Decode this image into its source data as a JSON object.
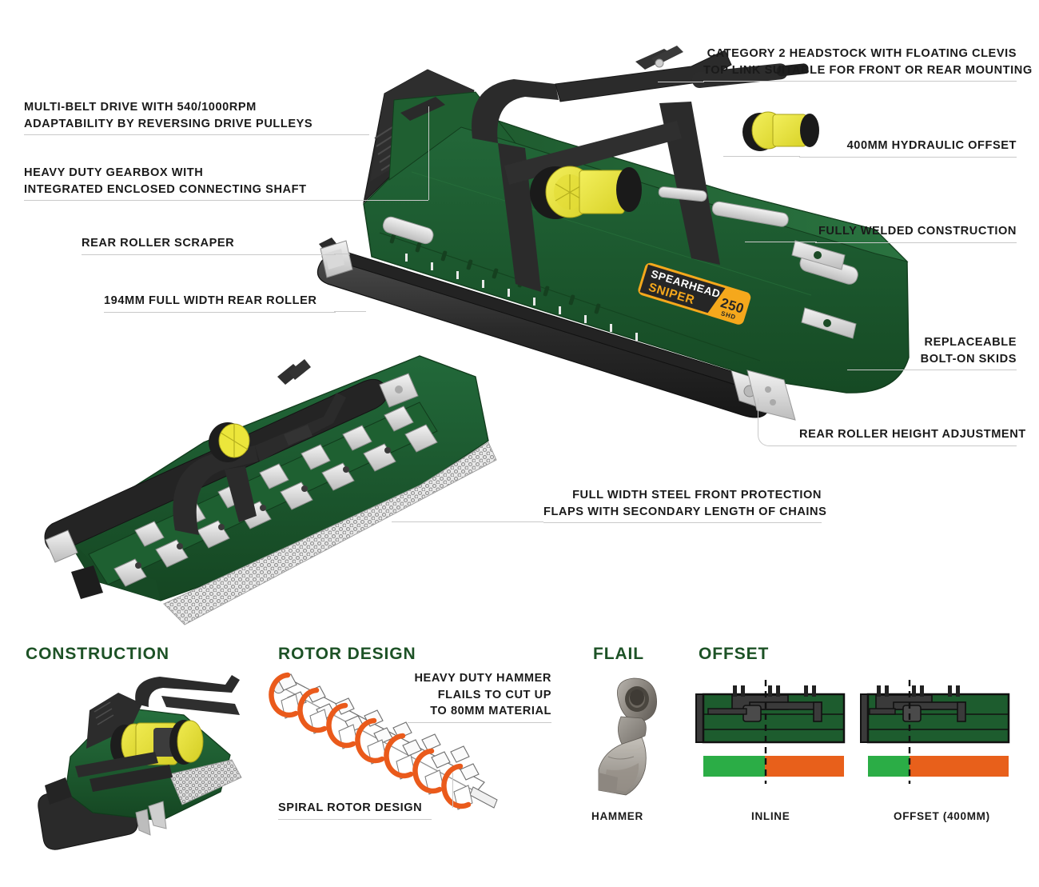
{
  "product": {
    "brand": "SPEARHEAD",
    "model": "SNIPER",
    "size_code": "250",
    "variant_code": "SHD"
  },
  "callouts": {
    "top_right": {
      "line1": "CATEGORY 2 HEADSTOCK WITH FLOATING CLEVIS",
      "line2": "TOP LINK SUITABLE FOR FRONT OR REAR MOUNTING"
    },
    "hydraulic_offset": "400MM HYDRAULIC OFFSET",
    "fully_welded": "FULLY WELDED CONSTRUCTION",
    "replaceable_skids": {
      "line1": "REPLACEABLE",
      "line2": "BOLT-ON SKIDS"
    },
    "roller_height": "REAR ROLLER HEIGHT ADJUSTMENT",
    "multi_belt": {
      "line1": "MULTI-BELT DRIVE WITH 540/1000RPM",
      "line2": "ADAPTABILITY BY REVERSING DRIVE PULLEYS"
    },
    "gearbox": {
      "line1": "HEAVY DUTY GEARBOX WITH",
      "line2": "INTEGRATED ENCLOSED CONNECTING SHAFT"
    },
    "roller_scraper": "REAR ROLLER SCRAPER",
    "rear_roller": "194MM FULL WIDTH REAR ROLLER",
    "front_protection": {
      "line1": "FULL WIDTH STEEL FRONT PROTECTION",
      "line2": "FLAPS WITH SECONDARY LENGTH OF CHAINS"
    }
  },
  "sections": {
    "construction": {
      "heading": "CONSTRUCTION"
    },
    "rotor_design": {
      "heading": "ROTOR DESIGN",
      "hammer_note": {
        "line1": "HEAVY DUTY HAMMER",
        "line2": "FLAILS TO CUT UP",
        "line3": "TO 80MM MATERIAL"
      },
      "spiral_note": "SPIRAL ROTOR DESIGN"
    },
    "flail": {
      "heading": "FLAIL",
      "caption": "HAMMER"
    },
    "offset": {
      "heading": "OFFSET",
      "caption_inline": "INLINE",
      "caption_offset": "OFFSET (400MM)"
    }
  },
  "colors": {
    "body_green": "#1d5c2e",
    "body_green_dark": "#174a25",
    "heading_green": "#1d5226",
    "chassis_black": "#2b2b2b",
    "pto_yellow": "#ece63b",
    "badge_orange": "#f5a81c",
    "accent_orange": "#e8601b",
    "accent_green": "#2bad46",
    "rule_grey": "#c9c9c9",
    "text_black": "#1a1a1a"
  }
}
